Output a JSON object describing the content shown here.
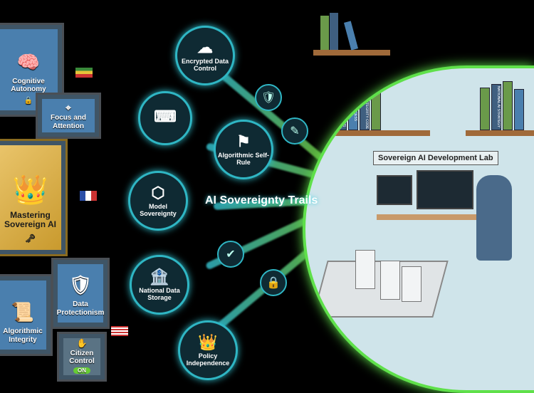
{
  "left_cards": [
    {
      "label": "Cognitive Autonomy",
      "icon": "brain-key-icon"
    },
    {
      "label": "Focus and Attention",
      "icon": "lock-target-icon"
    },
    {
      "label": "Mastering Sovereign AI",
      "icon": "brain-crown-icon"
    },
    {
      "label": "Data Protectionism",
      "icon": "safe-shield-icon"
    },
    {
      "label": "Algorithmic Integrity",
      "icon": "scroll-globe-icon"
    },
    {
      "label": "Citizen Control",
      "icon": "hand-icon",
      "toggle": "ON"
    }
  ],
  "circles": [
    {
      "label": "Encrypted Data Control",
      "icon": "cloud-key-icon"
    },
    {
      "label": "Algorithmic Self-Rule",
      "icon": "flag-icon"
    },
    {
      "label": "Model Sovereignty",
      "icon": "network-shield-icon"
    },
    {
      "label": "National Data Storage",
      "icon": "vault-globe-icon"
    },
    {
      "label": "Policy Independence",
      "icon": "crown-person-icon"
    }
  ],
  "title": "AI Sovereignty Trails",
  "lab": {
    "title": "Sovereign AI Development Lab",
    "books_left": [
      "LOCAL DATA LAWS",
      "DATA ACCESS",
      "MODEL INTEGRITY CODE"
    ],
    "books_right": [
      "NATIONAL AI STRATEGY"
    ]
  },
  "colors": {
    "trail_cyan": "#3ad0e0",
    "trail_green": "#7be04a",
    "card_blue": "#4a7fae",
    "gold": "#e9c46a"
  }
}
